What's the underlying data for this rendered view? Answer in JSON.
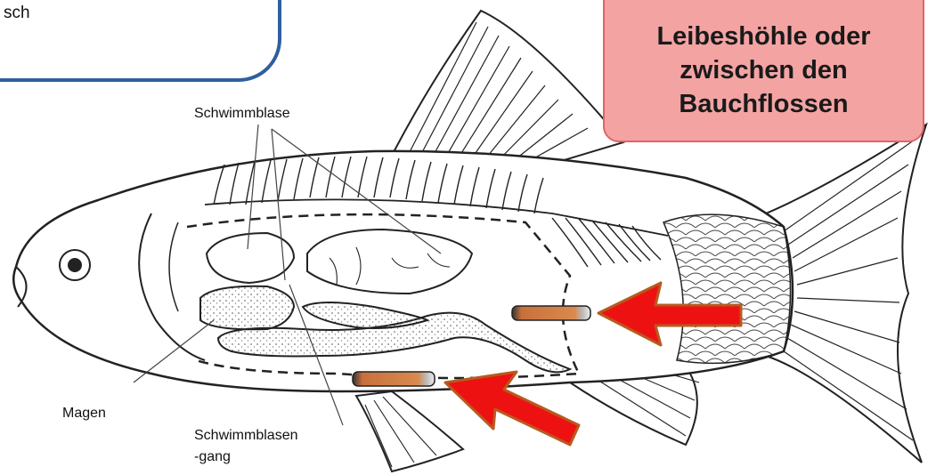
{
  "callouts": {
    "top_left_fragment": "sch",
    "top_right_lines": [
      "Leibeshöhle oder",
      "zwischen den",
      "Bauchflossen"
    ]
  },
  "labels": {
    "swim_bladder": "Schwimmblase",
    "stomach": "Magen",
    "swim_bladder_duct_line1": "Schwimmblasen",
    "swim_bladder_duct_line2": "-gang"
  },
  "colors": {
    "callout_left_border": "#2f5f9e",
    "callout_right_fill": "#f4a3a3",
    "callout_right_border": "#e06565",
    "arrow_fill": "#ee1111",
    "arrow_outline": "#b85a20",
    "chip_copper": "#c8703c"
  },
  "icons": [
    "fish-illustration",
    "arrow-icon",
    "transponder-chip-icon"
  ]
}
